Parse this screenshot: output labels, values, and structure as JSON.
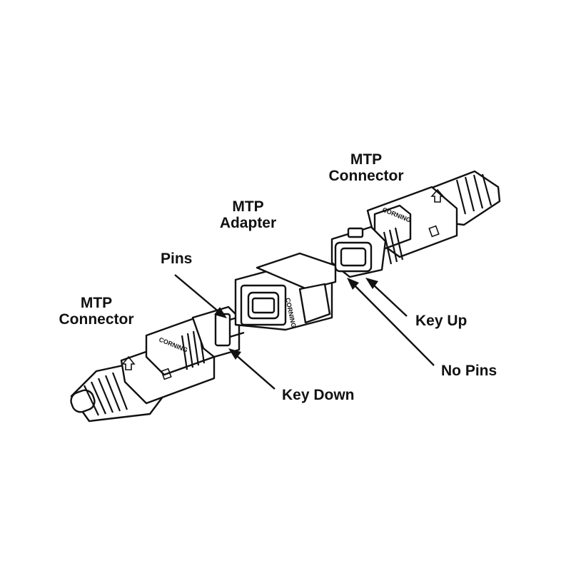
{
  "labels": {
    "top_connector_line1": "MTP",
    "top_connector_line2": "Connector",
    "adapter_line1": "MTP",
    "adapter_line2": "Adapter",
    "pins": "Pins",
    "left_connector_line1": "MTP",
    "left_connector_line2": "Connector",
    "key_up": "Key Up",
    "no_pins": "No Pins",
    "key_down": "Key Down"
  },
  "branding": {
    "connector_left": "CORNING",
    "connector_right": "CORNING",
    "adapter": "CORNING"
  },
  "colors": {
    "line": "#111111",
    "background": "#ffffff"
  }
}
